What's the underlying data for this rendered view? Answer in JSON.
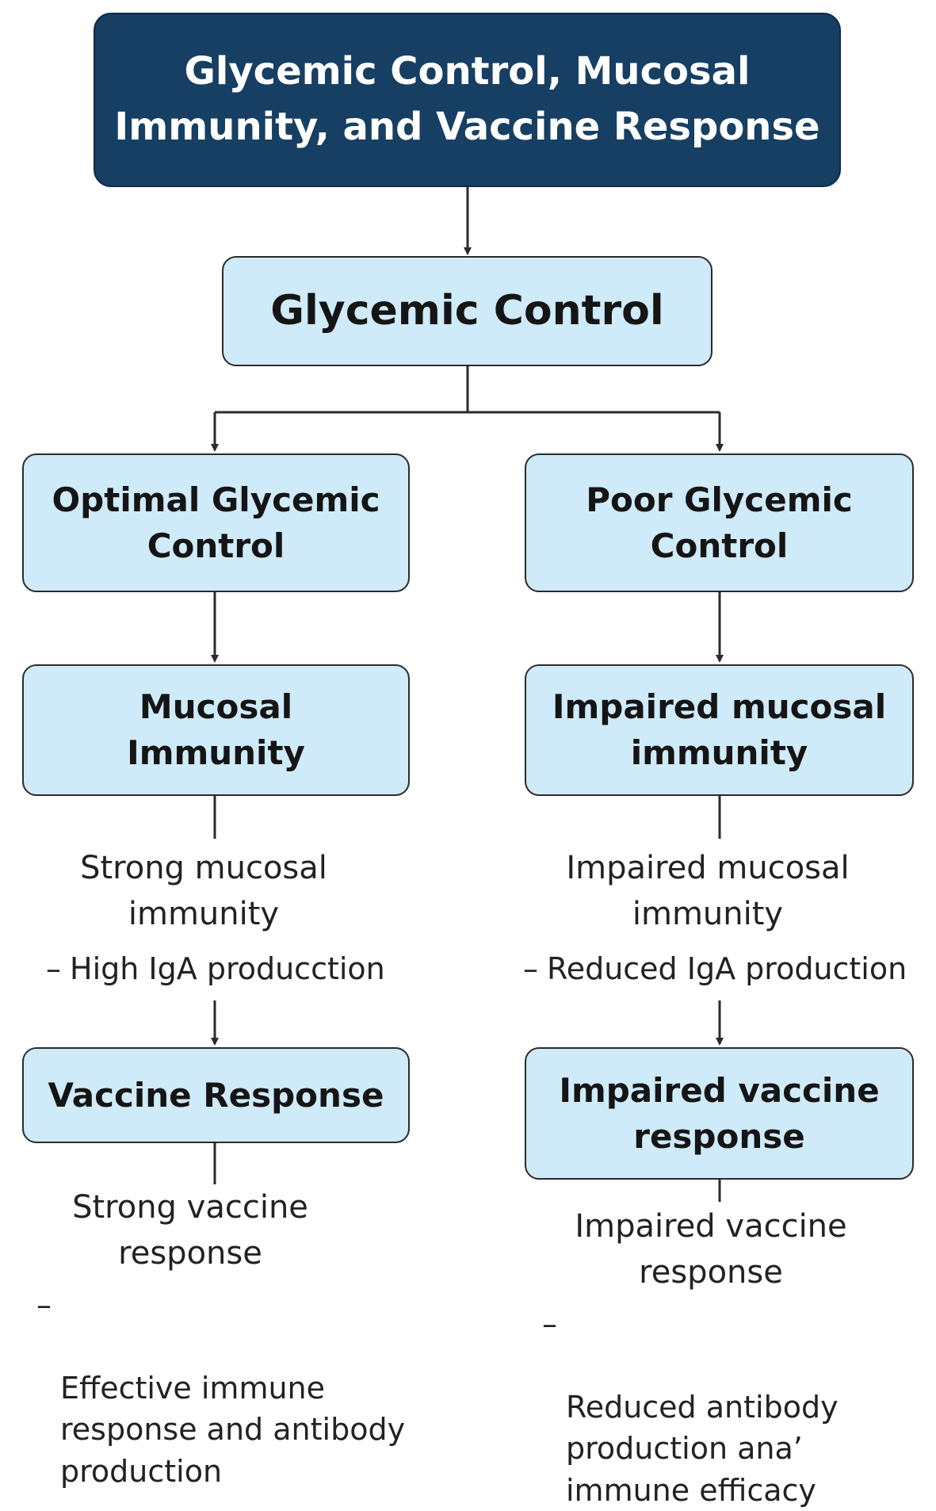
{
  "title": "Glycemic Control, Mucosal\nImmunity, and Vaccine Response",
  "root": "Glycemic Control",
  "left": {
    "control": "Optimal Glycemic\nControl",
    "immunity_box": "Mucosal\nImmunity",
    "immunity_text": "Strong mucosal\nimmunity",
    "immunity_detail": "High IgA producction",
    "vaccine_box": "Vaccine Response",
    "vaccine_text": "Strong vaccine\nresponse",
    "vaccine_detail": "Effective immune\nresponse and antibody\nproduction"
  },
  "right": {
    "control": "Poor Glycemic\nControl",
    "immunity_box": "Impaired mucosal\nimmunity",
    "immunity_text": "Impaired mucosal\nimmunity",
    "immunity_detail": "Reduced IgA production",
    "vaccine_box": "Impaired vaccine\nresponse",
    "vaccine_text": "Impaired vaccine\nresponse",
    "vaccine_detail": "Reduced antibody\nproduction ana’\nimmune efficacy"
  },
  "colors": {
    "title_fill": "#173f63",
    "box_fill": "#cfeaf8",
    "line": "#2b2b2b"
  }
}
